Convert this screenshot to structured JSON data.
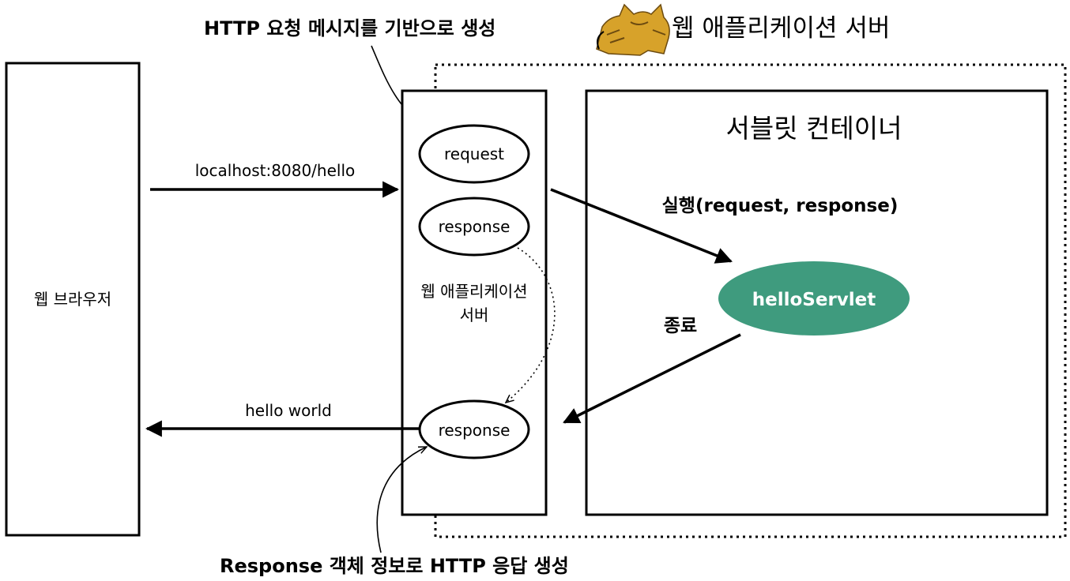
{
  "title": {
    "was_label": "웹 애플리케이션 서버",
    "logo": "tomcat-logo"
  },
  "browser": {
    "label": "웹 브라우저"
  },
  "was": {
    "inner_label_line1": "웹 애플리케이션",
    "inner_label_line2": "서버",
    "request_label": "request",
    "response_label": "response",
    "response_out_label": "response"
  },
  "container": {
    "label": "서블릿 컨테이너",
    "servlet_label": "helloServlet",
    "servlet_color": "#3f9b7e"
  },
  "arrows": {
    "request_url": "localhost:8080/hello",
    "execute_label": "실행(request, response)",
    "end_label": "종료",
    "response_text": "hello world"
  },
  "annotations": {
    "top": "HTTP 요청 메시지를 기반으로 생성",
    "bottom": "Response 객체 정보로 HTTP 응답 생성"
  }
}
